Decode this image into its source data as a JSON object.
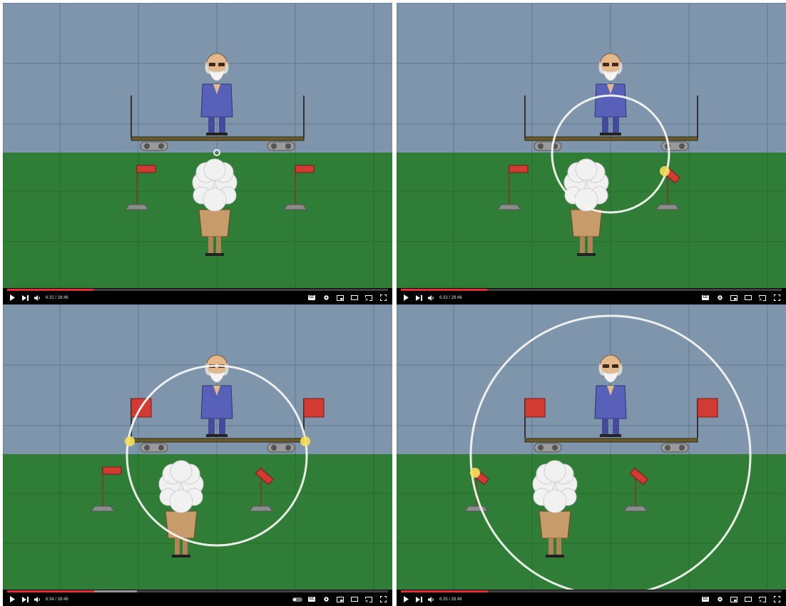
{
  "panels": [
    {
      "id": "top-left",
      "time_current": "6:32",
      "time_total": "28:46",
      "time_label": "6:32 / 28:46",
      "progress": 0.227,
      "buffered": 0.227,
      "show_autoplay": false,
      "phase": 1
    },
    {
      "id": "top-right",
      "time_current": "6:33",
      "time_total": "28:46",
      "time_label": "6:33 / 28:46",
      "progress": 0.227,
      "buffered": 0.227,
      "show_autoplay": false,
      "phase": 2
    },
    {
      "id": "bottom-left",
      "time_current": "6:34",
      "time_total": "28:46",
      "time_label": "6:34 / 28:46",
      "progress": 0.228,
      "buffered": 0.34,
      "show_autoplay": true,
      "phase": 3
    },
    {
      "id": "bottom-right",
      "time_current": "6:35",
      "time_total": "28:46",
      "time_label": "6:35 / 28:46",
      "progress": 0.229,
      "buffered": 0.229,
      "show_autoplay": false,
      "phase": 4
    }
  ],
  "controls": {
    "play_icon": "play-icon",
    "next_icon": "next-icon",
    "volume_icon": "volume-icon",
    "cc_label": "CC",
    "settings_icon": "gear-icon",
    "miniplayer_icon": "miniplayer-icon",
    "theater_icon": "theater-icon",
    "cast_icon": "cast-icon",
    "fullscreen_icon": "fullscreen-icon"
  },
  "colors": {
    "sky": "#7f95ab",
    "grass": "#2f7d36",
    "flag": "#d23b32",
    "progress": "#e52d2d",
    "wave": "#f4f4f0"
  }
}
